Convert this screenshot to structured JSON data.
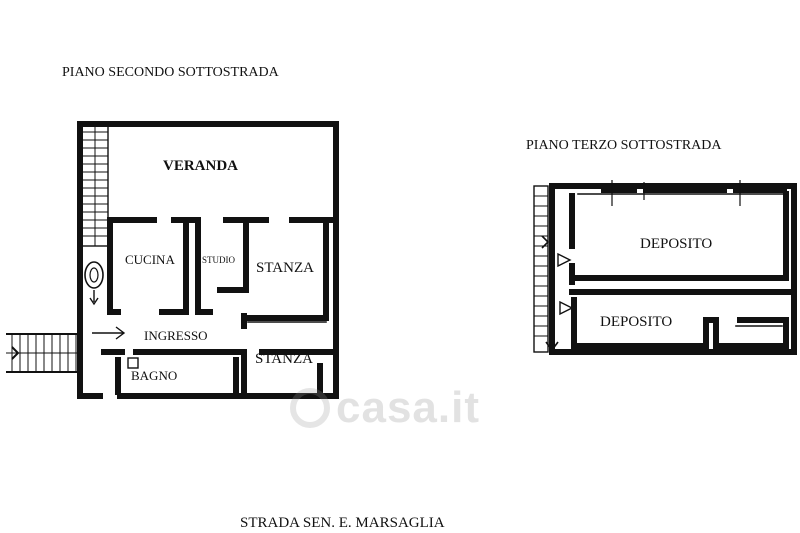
{
  "floor_titles": {
    "second_basement": "PIANO SECONDO SOTTOSTRADA",
    "third_basement": "PIANO TERZO SOTTOSTRADA"
  },
  "rooms": {
    "veranda": "VERANDA",
    "cucina": "CUCINA",
    "studio": "STUDIO",
    "stanza_1": "STANZA",
    "ingresso": "INGRESSO",
    "stanza_2": "STANZA",
    "bagno": "BAGNO",
    "deposito_1": "DEPOSITO",
    "deposito_2": "DEPOSITO"
  },
  "street_label": "STRADA SEN. E. MARSAGLIA",
  "watermark": "casa.it"
}
